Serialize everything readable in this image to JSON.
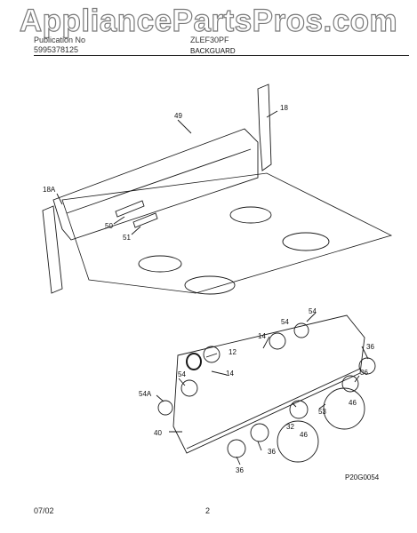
{
  "watermark": "AppliancePartsPros.com",
  "header": {
    "publication_label": "Publication No",
    "publication_number": "5995378125",
    "model": "ZLEF30PF",
    "section_title": "BACKGUARD"
  },
  "diagram": {
    "callouts": {
      "c49": "49",
      "c18": "18",
      "c18a": "18A",
      "c50": "50",
      "c51": "51",
      "c54_top": "54",
      "c54_top2": "54",
      "c14_top": "14",
      "c12": "12",
      "c14_mid": "14",
      "c54_mid": "54",
      "c54a": "54A",
      "c40": "40",
      "c36_right": "36",
      "c36_mid": "36",
      "c46_right": "46",
      "c53": "53",
      "c32": "32",
      "c46_bottom": "46",
      "c36_bottom1": "36",
      "c36_bottom2": "36"
    },
    "figure_code": "P20G0054"
  },
  "footer": {
    "date": "07/02",
    "page": "2"
  }
}
